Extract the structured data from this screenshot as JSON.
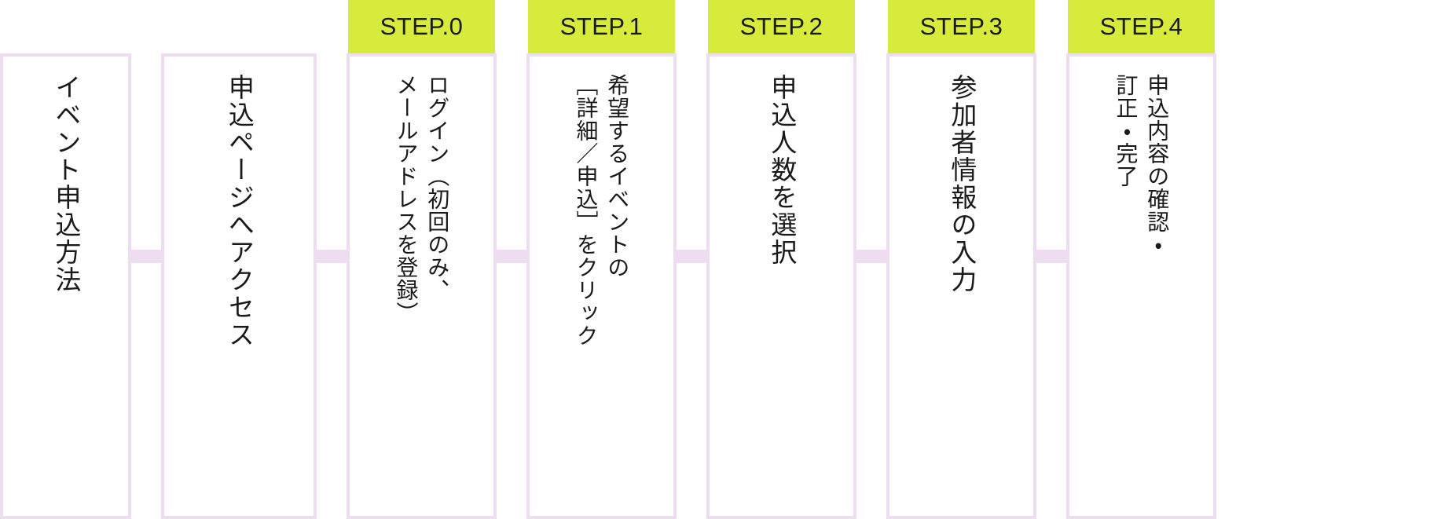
{
  "diagram": {
    "title_type": "process-flow",
    "colors": {
      "step_label_bg": "#d7eb3c",
      "box_border": "#eedcf0",
      "connector": "#eedcf0",
      "text": "#1a1a1a",
      "background": "#ffffff"
    },
    "columns": [
      {
        "step_label": "",
        "has_step_label": false,
        "lines": [
          "イベント申込方法"
        ]
      },
      {
        "step_label": "",
        "has_step_label": false,
        "lines": [
          "申込ページへアクセス"
        ]
      },
      {
        "step_label": "STEP.0",
        "has_step_label": true,
        "lines": [
          "ログイン（初回のみ、",
          "メールアドレスを登録）"
        ]
      },
      {
        "step_label": "STEP.1",
        "has_step_label": true,
        "lines": [
          "希望するイベントの",
          "［詳細／申込］をクリック"
        ]
      },
      {
        "step_label": "STEP.2",
        "has_step_label": true,
        "lines": [
          "申込人数を選択"
        ]
      },
      {
        "step_label": "STEP.3",
        "has_step_label": true,
        "lines": [
          "参加者情報の入力"
        ]
      },
      {
        "step_label": "STEP.4",
        "has_step_label": true,
        "lines": [
          "申込内容の確認・",
          "訂正・完了"
        ]
      }
    ]
  }
}
